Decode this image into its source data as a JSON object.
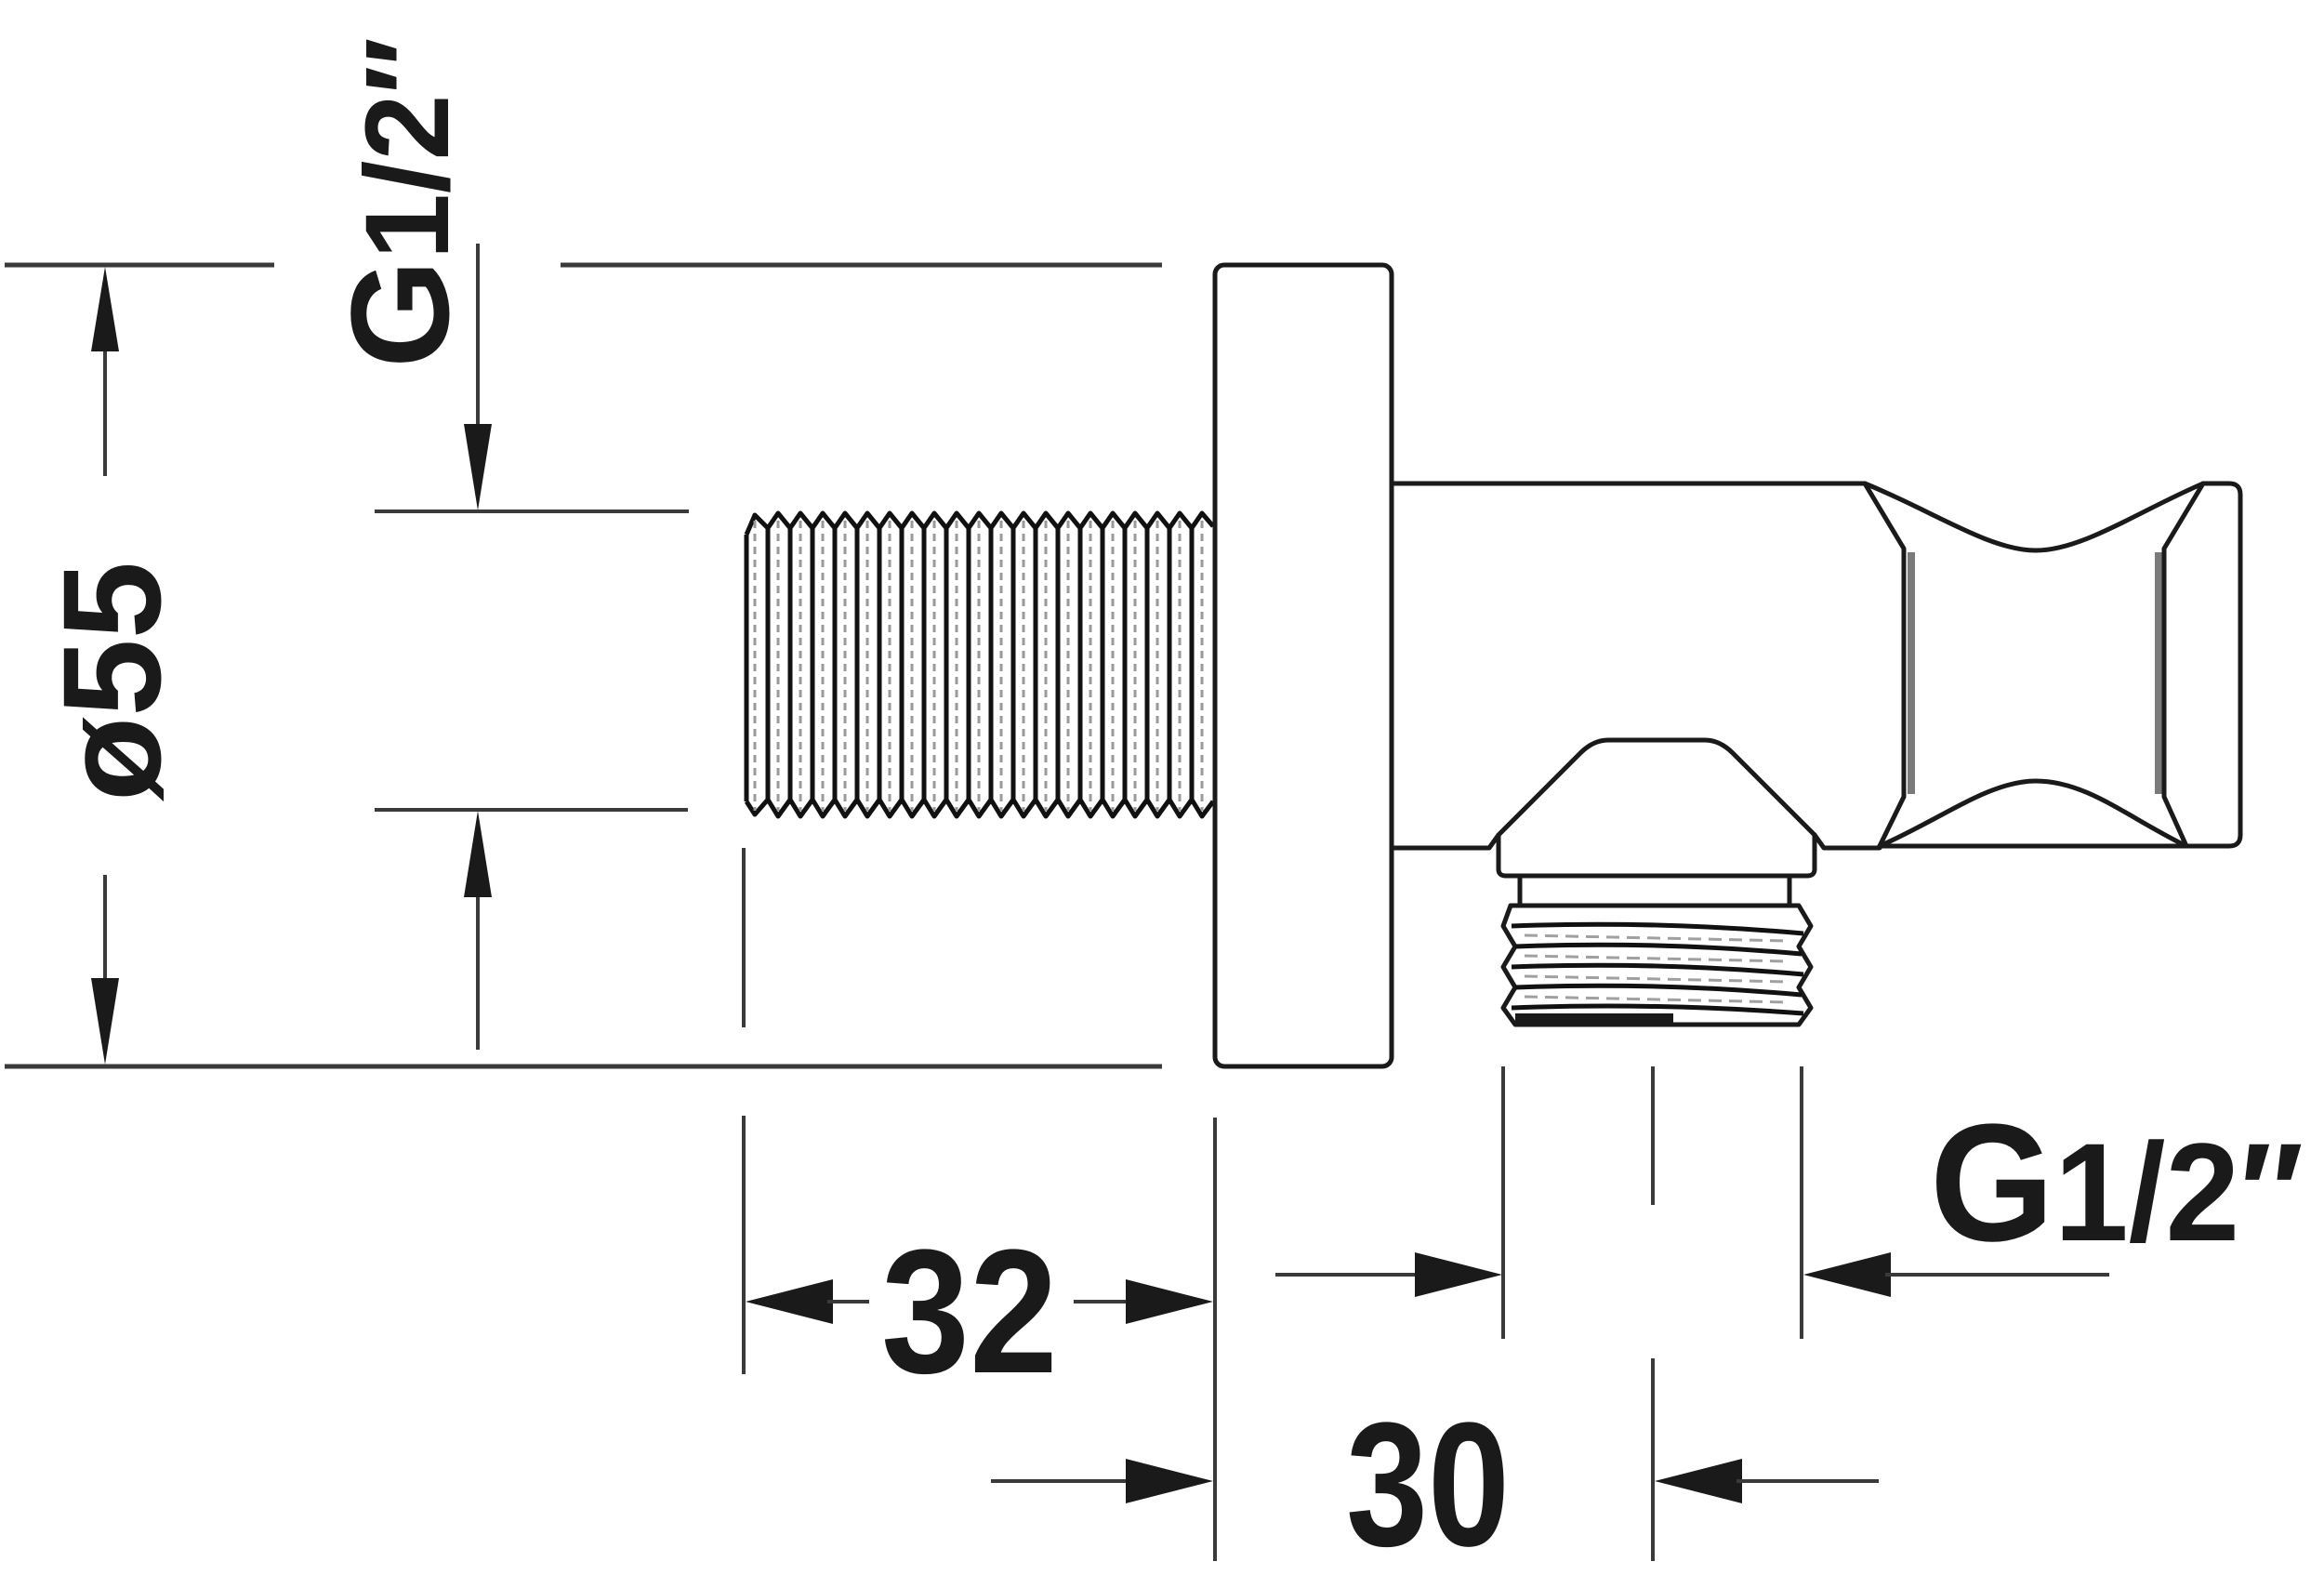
{
  "drawing": {
    "type": "technical-dimension-drawing",
    "subject": "wall-mounted angle valve with G1/2\" threads",
    "line_color": "#1a1a1a",
    "background": "#ffffff"
  },
  "dimensions": {
    "flange_diameter": {
      "label": "ø55",
      "value": 55,
      "orientation": "vertical"
    },
    "inlet_thread": {
      "label": "G1/2″",
      "label_main": "G",
      "label_fraction": "1/2″",
      "orientation": "vertical"
    },
    "inlet_length": {
      "label": "32",
      "value": 32,
      "orientation": "horizontal"
    },
    "outlet_offset": {
      "label": "30",
      "value": 30,
      "orientation": "horizontal"
    },
    "outlet_thread": {
      "label": "G1/2″",
      "label_main": "G",
      "label_fraction": "1/2″",
      "orientation": "horizontal"
    }
  }
}
